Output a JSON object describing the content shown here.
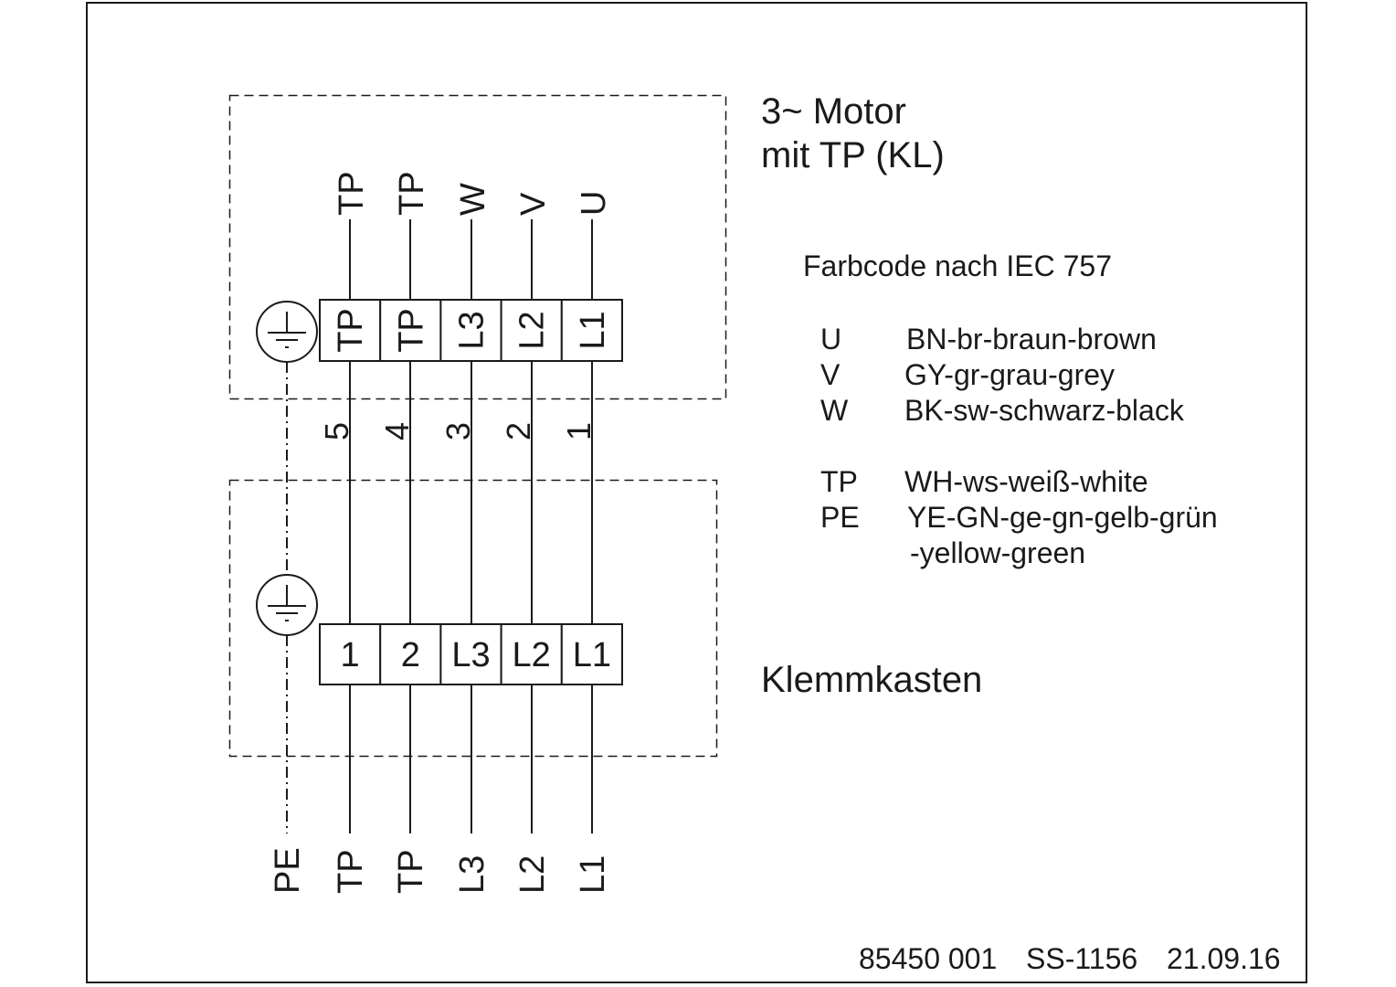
{
  "motor": {
    "title_line1": "3~ Motor",
    "title_line2": "mit TP (KL)",
    "wire_labels": [
      "TP",
      "TP",
      "W",
      "V",
      "U"
    ],
    "terminals": [
      "TP",
      "TP",
      "L3",
      "L2",
      "L1"
    ],
    "earth_symbol": "protective-earth"
  },
  "wire_numbers": [
    "5",
    "4",
    "3",
    "2",
    "1"
  ],
  "terminal_box": {
    "title": "Klemmkasten",
    "terminals": [
      "1",
      "2",
      "L3",
      "L2",
      "L1"
    ],
    "earth_symbol": "protective-earth"
  },
  "outputs": [
    "PE",
    "TP",
    "TP",
    "L3",
    "L2",
    "L1"
  ],
  "legend": {
    "heading": "Farbcode nach IEC 757",
    "rows": [
      {
        "key": "U",
        "value": "BN-br-braun-brown"
      },
      {
        "key": "V",
        "value": "GY-gr-grau-grey"
      },
      {
        "key": "W",
        "value": "BK-sw-schwarz-black"
      },
      {
        "key": "TP",
        "value": "WH-ws-weiß-white"
      },
      {
        "key": "PE",
        "value": "YE-GN-ge-gn-gelb-grün"
      },
      {
        "key": "",
        "value": "-yellow-green"
      }
    ]
  },
  "footer": {
    "drawing_number": "85450 001",
    "sheet_code": "SS-1156",
    "date": "21.09.16"
  }
}
